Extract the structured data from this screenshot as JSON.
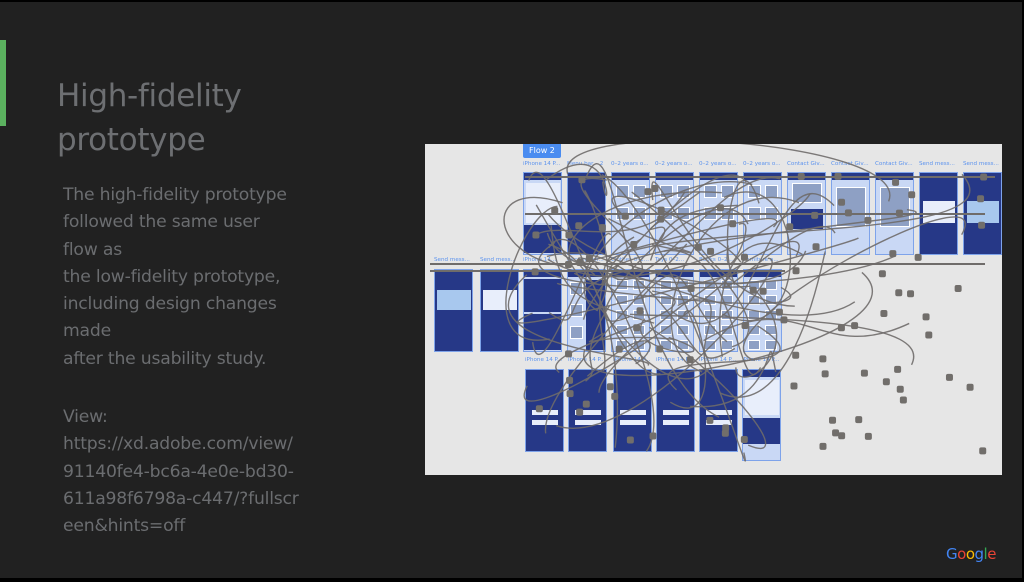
{
  "slide": {
    "title": "High-fidelity prototype",
    "body": "The high-fidelity prototype\nfollowed the same user\nflow as\nthe low-fidelity prototype,\nincluding design changes\nmade\nafter the usability study.",
    "view_label": "View:",
    "view_link": "https://xd.adobe.com/view/\n91140fe4-bc6a-4e0e-bd30-\n611a98f6798a-c447/?fullscr\neen&hints=off",
    "accent_color": "#5bb15f"
  },
  "prototype_canvas": {
    "flow_label": "Flow 2",
    "row1_labels": [
      "iPhone 14 P...",
      "Menu bar – 2",
      "0–2 years o...",
      "0–2 years o...",
      "0–2 years o...",
      "0–2 years o...",
      "Contact Giv...",
      "Contact Giv...",
      "Contact Giv...",
      "Send mess...",
      "Send mess..."
    ],
    "row2_labels": [
      "Send mess...",
      "Send mess...",
      "iPhone 14...",
      "Recommen...",
      "Clothes 0–2...",
      "Toys 0–2...",
      "Books 0–2...",
      "Furniture a..."
    ],
    "row3_labels": [
      "iPhone 14 P...",
      "iPhone 14 P...",
      "iPhone 14 P...",
      "iPhone 14 P...",
      "iPhone 14 P...",
      "iPhone 14 P..."
    ]
  },
  "brand": {
    "logo_letters": [
      "G",
      "o",
      "o",
      "g",
      "l",
      "e"
    ],
    "logo_colors": [
      "#4285f4",
      "#ea4335",
      "#fbbc05",
      "#4285f4",
      "#34a853",
      "#ea4335"
    ]
  }
}
